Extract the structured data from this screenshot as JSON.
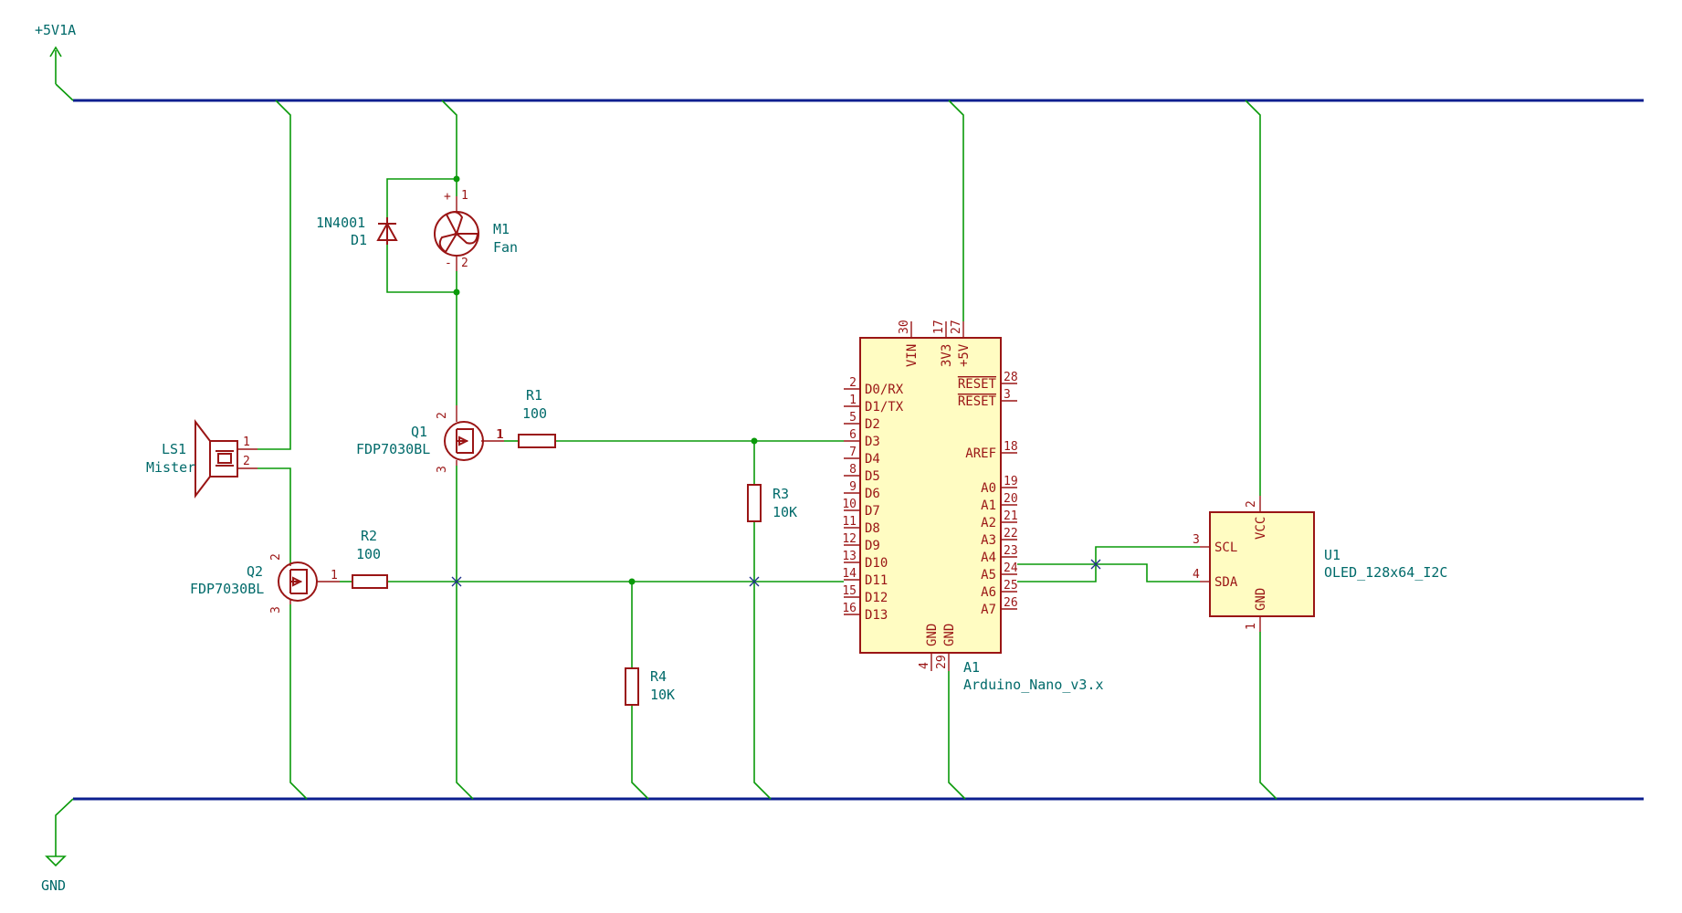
{
  "rails": {
    "power_label": "+5V1A",
    "ground_label": "GND"
  },
  "components": {
    "d1": {
      "value": "1N4001",
      "ref": "D1"
    },
    "m1": {
      "ref": "M1",
      "value": "Fan",
      "pin_pos": "1",
      "pin_neg": "2",
      "plus": "+",
      "minus": "-"
    },
    "q1": {
      "ref": "Q1",
      "value": "FDP7030BL",
      "pin_g": "1",
      "pin_d": "2",
      "pin_s": "3"
    },
    "q2": {
      "ref": "Q2",
      "value": "FDP7030BL",
      "pin_g": "1",
      "pin_d": "2",
      "pin_s": "3"
    },
    "r1": {
      "ref": "R1",
      "value": "100",
      "pin": "1"
    },
    "r2": {
      "ref": "R2",
      "value": "100"
    },
    "r3": {
      "ref": "R3",
      "value": "10K"
    },
    "r4": {
      "ref": "R4",
      "value": "10K"
    },
    "ls1": {
      "ref": "LS1",
      "value": "Mister",
      "pin1": "1",
      "pin2": "2"
    },
    "a1": {
      "ref": "A1",
      "value": "Arduino_Nano_v3.x",
      "top_pins": [
        {
          "num": "30",
          "name": "VIN"
        },
        {
          "num": "17",
          "name": "3V3"
        },
        {
          "num": "27",
          "name": "+5V"
        }
      ],
      "left_pins": [
        {
          "num": "2",
          "name": "D0/RX"
        },
        {
          "num": "1",
          "name": "D1/TX"
        },
        {
          "num": "5",
          "name": "D2"
        },
        {
          "num": "6",
          "name": "D3"
        },
        {
          "num": "7",
          "name": "D4"
        },
        {
          "num": "8",
          "name": "D5"
        },
        {
          "num": "9",
          "name": "D6"
        },
        {
          "num": "10",
          "name": "D7"
        },
        {
          "num": "11",
          "name": "D8"
        },
        {
          "num": "12",
          "name": "D9"
        },
        {
          "num": "13",
          "name": "D10"
        },
        {
          "num": "14",
          "name": "D11"
        },
        {
          "num": "15",
          "name": "D12"
        },
        {
          "num": "16",
          "name": "D13"
        }
      ],
      "right_pins": [
        {
          "num": "28",
          "name": "RESET"
        },
        {
          "num": "3",
          "name": "RESET"
        },
        {
          "num": "18",
          "name": "AREF"
        },
        {
          "num": "19",
          "name": "A0"
        },
        {
          "num": "20",
          "name": "A1"
        },
        {
          "num": "21",
          "name": "A2"
        },
        {
          "num": "22",
          "name": "A3"
        },
        {
          "num": "23",
          "name": "A4"
        },
        {
          "num": "24",
          "name": "A5"
        },
        {
          "num": "25",
          "name": "A6"
        },
        {
          "num": "26",
          "name": "A7"
        }
      ],
      "bottom_pins": [
        {
          "num": "4",
          "name": "GND"
        },
        {
          "num": "29",
          "name": "GND"
        }
      ]
    },
    "u1": {
      "ref": "U1",
      "value": "OLED_128x64_I2C",
      "pins": {
        "vcc": {
          "num": "2",
          "name": "VCC"
        },
        "scl": {
          "num": "3",
          "name": "SCL"
        },
        "sda": {
          "num": "4",
          "name": "SDA"
        },
        "gnd": {
          "num": "1",
          "name": "GND"
        }
      }
    }
  },
  "colors": {
    "wire": "#0a9a0a",
    "bus": "#0c1f8f",
    "symbol": "#9a1515",
    "reference_text": "#006a6a",
    "ic_fill": "#fffcc2"
  }
}
